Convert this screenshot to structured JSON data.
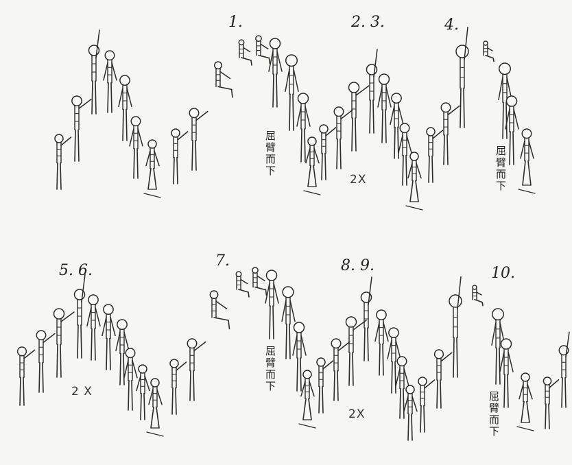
{
  "step_labels": {
    "s1": "1.",
    "s23": "2. 3.",
    "s4": "4.",
    "s56": "5. 6.",
    "s7": "7.",
    "s89": "8. 9.",
    "s10": "10."
  },
  "repeat_marks": {
    "r1": "2X",
    "r2": "2 X",
    "r3": "2X"
  },
  "side_notes": {
    "n1": "屈臂而下",
    "n2": "屈臂而下",
    "n3": "屈臂而下",
    "n4": "屈臂而下"
  }
}
